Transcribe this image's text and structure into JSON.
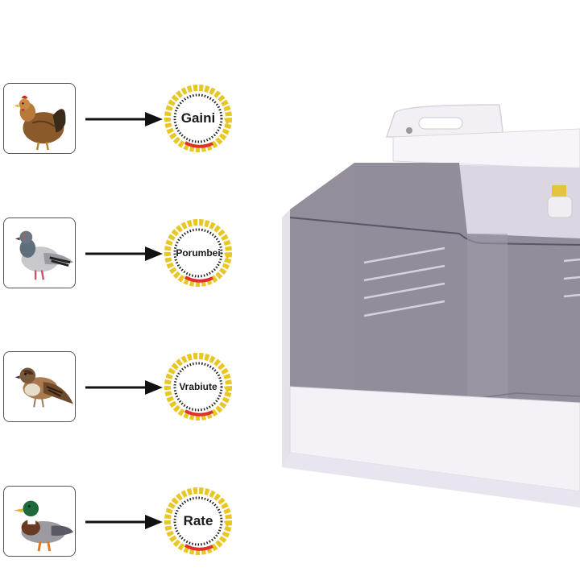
{
  "animals": [
    {
      "label": "Gaini",
      "icon": "chicken-icon"
    },
    {
      "label": "Porumbei",
      "icon": "pigeon-icon"
    },
    {
      "label": "Vrabiute",
      "icon": "sparrow-icon"
    },
    {
      "label": "Rate",
      "icon": "duck-icon"
    }
  ],
  "colors": {
    "dial_yellow": "#e8c623",
    "dial_red": "#e0302a",
    "dial_black": "#222222",
    "arrow": "#111111",
    "incubator_body": "#f3f0f6",
    "incubator_glass": "#8e8896"
  }
}
